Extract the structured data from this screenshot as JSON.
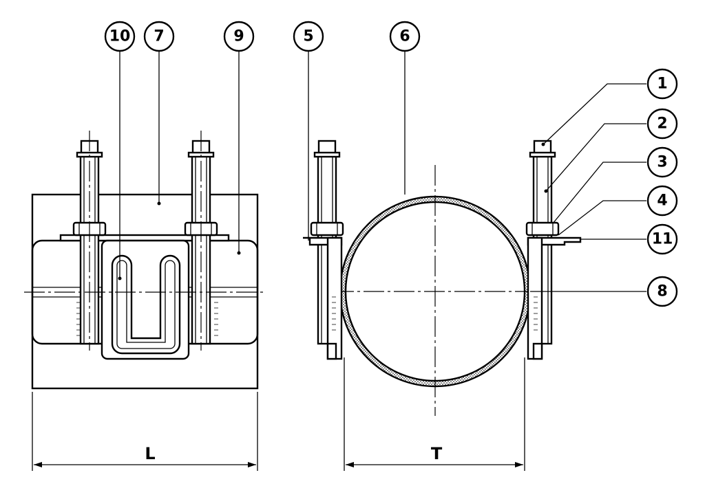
{
  "callouts": {
    "c1": "1",
    "c2": "2",
    "c3": "3",
    "c4": "4",
    "c5": "5",
    "c6": "6",
    "c7": "7",
    "c8": "8",
    "c9": "9",
    "c10": "10",
    "c11": "11"
  },
  "dimensions": {
    "length_label": "L",
    "thickness_label": "T"
  },
  "colors": {
    "line": "#000000",
    "background": "#ffffff"
  }
}
